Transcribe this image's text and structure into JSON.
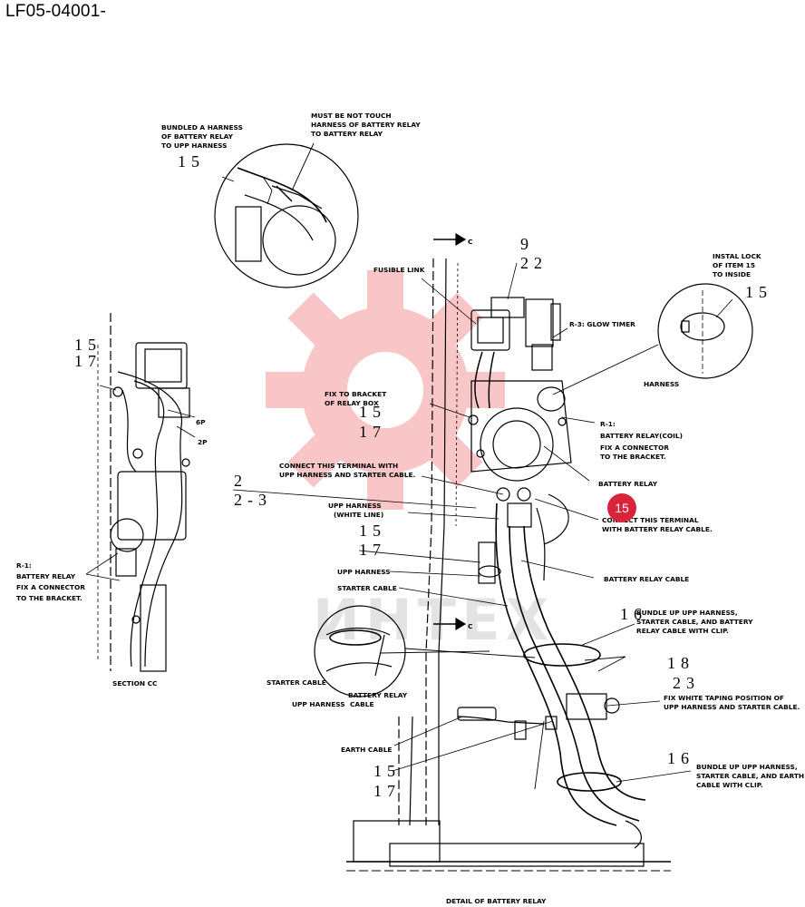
{
  "header": {
    "doc_id": "LF05-04001-"
  },
  "marker": {
    "label": "15"
  },
  "watermark": {
    "text": "ИНТЕХ",
    "color": "#e8343c"
  },
  "labels": {
    "bundled_harness": [
      "BUNDLED A HARNESS",
      "OF BATTERY RELAY",
      "TO UPP HARNESS"
    ],
    "must_not_touch": [
      "MUST BE NOT TOUCH",
      "HARNESS OF BATTERY RELAY",
      "TO BATTERY RELAY"
    ],
    "install_lock": [
      "INSTAL LOCK",
      "OF ITEM 15",
      "TO INSIDE"
    ],
    "fusible_link": "FUSIBLE LINK",
    "glow_timer": "R-3: GLOW TIMER",
    "harness": "HARNESS",
    "fix_bracket": [
      "FIX TO BRACKET",
      "OF RELAY BOX"
    ],
    "r1_coil": [
      "R-1:",
      "BATTERY RELAY(COIL)",
      "FIX A CONNECTOR",
      "TO THE BRACKET."
    ],
    "battery_relay": "BATTERY RELAY",
    "connect_upp": [
      "CONNECT THIS TERMINAL WITH",
      "UPP HARNESS AND STARTER CABLE."
    ],
    "upp_white": [
      "UPP HARNESS",
      "(WHITE LINE)"
    ],
    "connect_relay": [
      "CONNECT THIS TERMINAL",
      "WITH BATTERY RELAY CABLE."
    ],
    "upp_harness": "UPP HARNESS",
    "starter_cable": "STARTER CABLE",
    "battery_relay_cable": "BATTERY RELAY CABLE",
    "bundle_clip_1": [
      "BUNDLE UP UPP HARNESS,",
      "STARTER CABLE, AND BATTERY",
      "RELAY CABLE WITH CLIP."
    ],
    "fix_taping": [
      "FIX WHITE TAPING POSITION OF",
      "UPP HARNESS AND STARTER CABLE."
    ],
    "bundle_clip_2": [
      "BUNDLE UP UPP HARNESS,",
      "STARTER CABLE, AND EARTH",
      "CABLE WITH CLIP."
    ],
    "detail_starter": "STARTER CABLE",
    "detail_upp": "UPP HARNESS",
    "detail_battery": [
      "BATTERY RELAY",
      "CABLE"
    ],
    "earth_cable": "EARTH CABLE",
    "left_r1": [
      "R-1:",
      "BATTERY RELAY",
      "FIX A CONNECTOR",
      "TO THE BRACKET."
    ],
    "six_p": "6P",
    "two_p": "2P",
    "section_cc": "SECTION CC",
    "detail_title": "DETAIL OF BATTERY RELAY",
    "section_c_top": "C",
    "section_c_bottom": "C"
  },
  "numbers": {
    "n15_top": "15",
    "n9": "9",
    "n22_top": "22",
    "n15_right": "15",
    "n15_mid": "15",
    "n17_mid": "17",
    "n2": "2",
    "n2_3": "2-3",
    "n15_b": "15",
    "n17_b": "17",
    "n16_a": "16",
    "n18": "18",
    "n23": "23",
    "n16_b": "16",
    "n15_c": "15",
    "n17_c": "17",
    "left_15": "15",
    "left_17": "17"
  }
}
